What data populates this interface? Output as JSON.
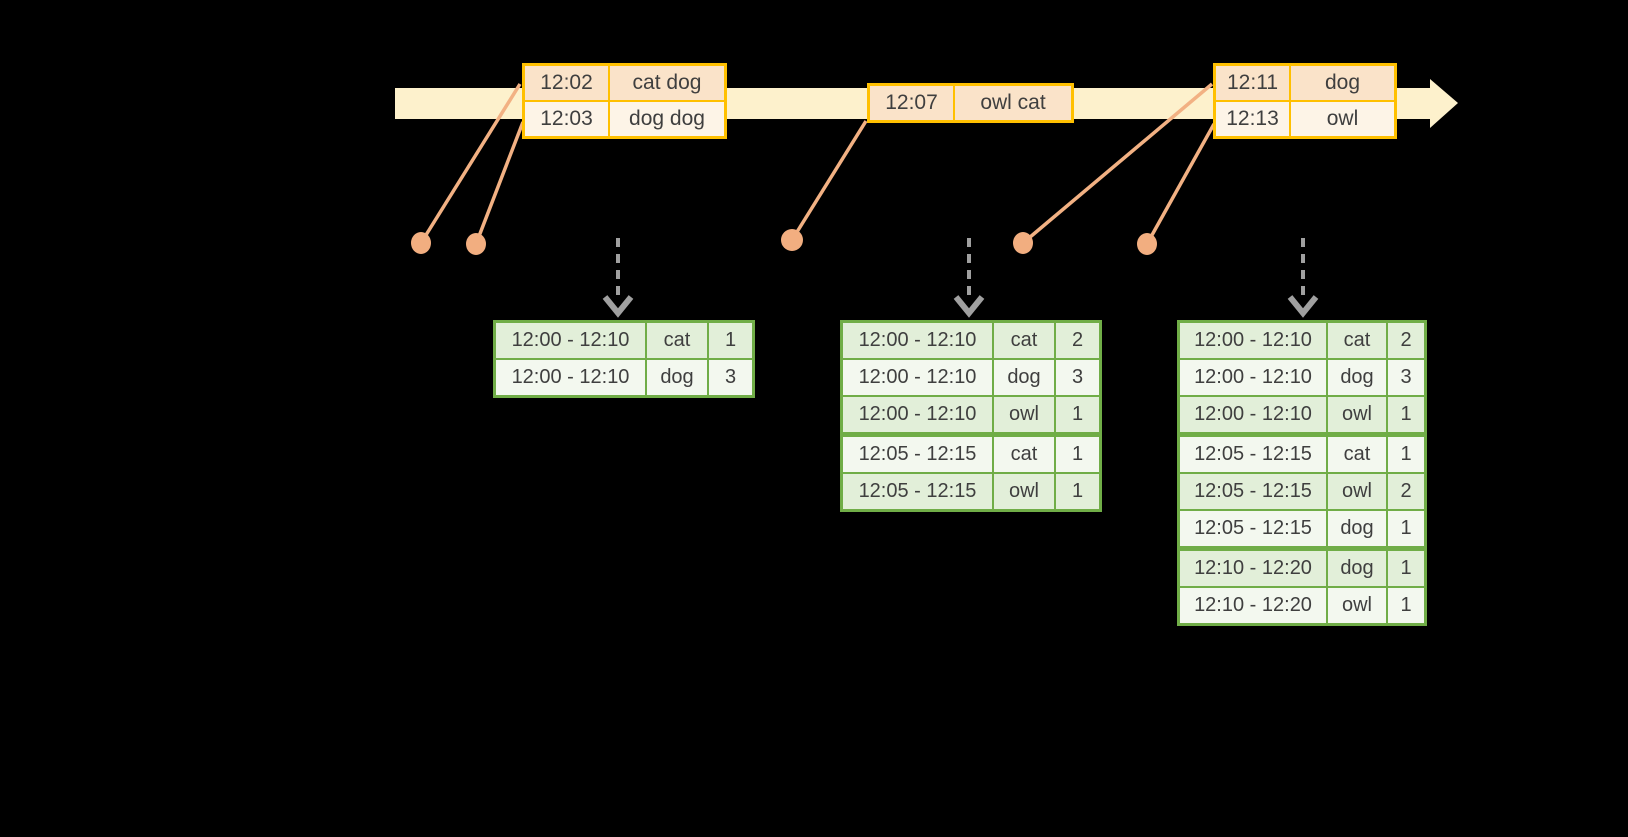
{
  "colors": {
    "background": "#000000",
    "timeline_fill": "#FDF1CC",
    "event_border": "#FFC000",
    "event_row_dark": "#FAE3C9",
    "event_row_light": "#FDF4E7",
    "connector": "#F2B183",
    "dot": "#F2AE80",
    "trigger_arrow": "#A0A0A0",
    "result_border": "#70AD47",
    "result_row_dark": "#E2EFD9",
    "result_row_light": "#F3F8EF",
    "text": "#3F3F3F"
  },
  "event_tables": [
    {
      "rows": [
        {
          "time": "12:02",
          "words": "cat dog"
        },
        {
          "time": "12:03",
          "words": "dog dog"
        }
      ]
    },
    {
      "rows": [
        {
          "time": "12:07",
          "words": "owl cat"
        }
      ]
    },
    {
      "rows": [
        {
          "time": "12:11",
          "words": "dog"
        },
        {
          "time": "12:13",
          "words": "owl"
        }
      ]
    }
  ],
  "result_tables": [
    {
      "rows": [
        {
          "window": "12:00 - 12:10",
          "word": "cat",
          "count": "1"
        },
        {
          "window": "12:00 - 12:10",
          "word": "dog",
          "count": "3"
        }
      ]
    },
    {
      "rows": [
        {
          "window": "12:00 - 12:10",
          "word": "cat",
          "count": "2"
        },
        {
          "window": "12:00 - 12:10",
          "word": "dog",
          "count": "3"
        },
        {
          "window": "12:00 - 12:10",
          "word": "owl",
          "count": "1"
        },
        {
          "window": "12:05 - 12:15",
          "word": "cat",
          "count": "1"
        },
        {
          "window": "12:05 - 12:15",
          "word": "owl",
          "count": "1"
        }
      ]
    },
    {
      "rows": [
        {
          "window": "12:00 - 12:10",
          "word": "cat",
          "count": "2"
        },
        {
          "window": "12:00 - 12:10",
          "word": "dog",
          "count": "3"
        },
        {
          "window": "12:00 - 12:10",
          "word": "owl",
          "count": "1"
        },
        {
          "window": "12:05 - 12:15",
          "word": "cat",
          "count": "1"
        },
        {
          "window": "12:05 - 12:15",
          "word": "owl",
          "count": "2"
        },
        {
          "window": "12:05 - 12:15",
          "word": "dog",
          "count": "1"
        },
        {
          "window": "12:10 - 12:20",
          "word": "dog",
          "count": "1"
        },
        {
          "window": "12:10 - 12:20",
          "word": "owl",
          "count": "1"
        }
      ]
    }
  ]
}
